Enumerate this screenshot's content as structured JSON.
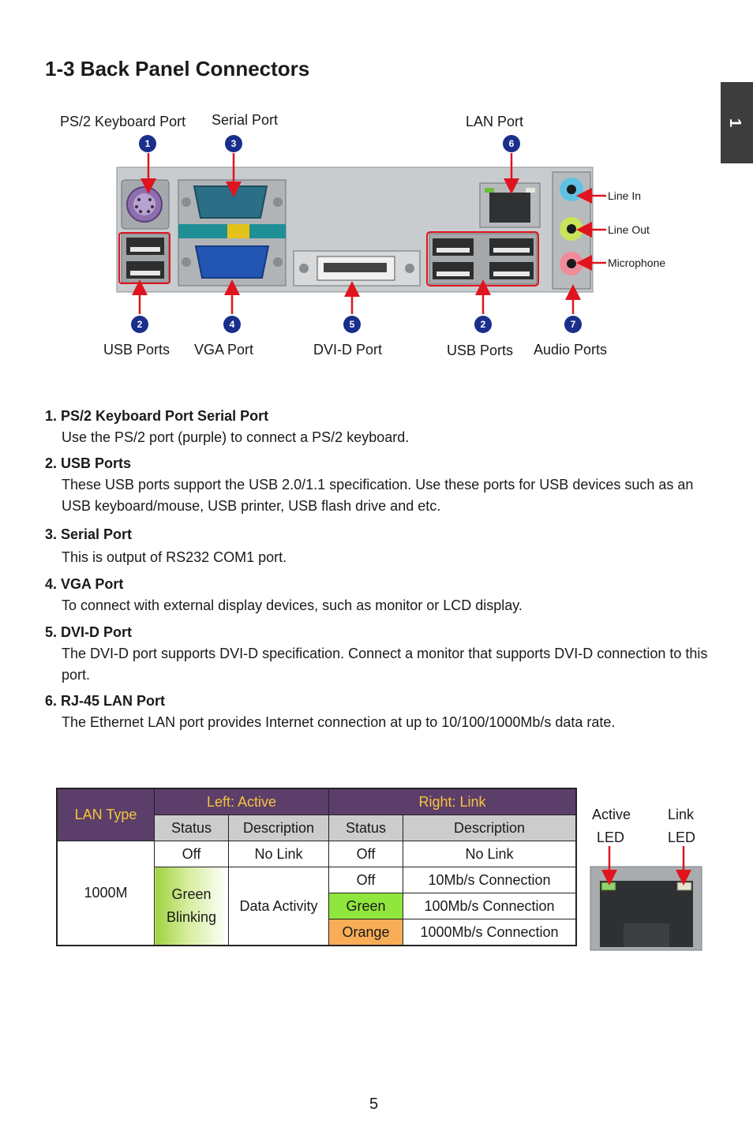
{
  "title": "1-3 Back Panel Connectors",
  "side_tab": "1",
  "diagram": {
    "top_labels": {
      "ps2": "PS/2 Keyboard Port",
      "serial": "Serial Port",
      "lan": "LAN Port"
    },
    "bottom_labels": {
      "usb1": "USB Ports",
      "vga": "VGA Port",
      "dvi": "DVI-D Port",
      "usb2": "USB Ports",
      "audio": "Audio Ports"
    },
    "audio_labels": {
      "line_in": "Line In",
      "line_out": "Line Out",
      "mic": "Microphone"
    },
    "badges": {
      "b1": "1",
      "b3": "3",
      "b6": "6",
      "b2a": "2",
      "b4": "4",
      "b5": "5",
      "b2b": "2",
      "b7": "7"
    }
  },
  "sections": [
    {
      "heading": "1. PS/2 Keyboard Port Serial Port",
      "body": "Use the PS/2 port (purple) to connect a PS/2 keyboard."
    },
    {
      "heading": "2. USB Ports",
      "body": "These USB ports support the USB 2.0/1.1 specification. Use these ports for USB devices such as an USB keyboard/mouse, USB printer, USB flash drive and etc."
    },
    {
      "heading": "3. Serial Port",
      "body": "This is output of RS232 COM1 port."
    },
    {
      "heading": "4. VGA Port",
      "body": "To connect with external display devices, such as monitor or LCD display."
    },
    {
      "heading": "5. DVI-D Port",
      "body": "The DVI-D port supports DVI-D specification. Connect a monitor that supports DVI-D connection to this port."
    },
    {
      "heading": "6. RJ-45 LAN Port",
      "body": "The Ethernet LAN port provides Internet connection at up to 10/100/1000Mb/s data rate."
    }
  ],
  "lan_table": {
    "lan_type": "LAN Type",
    "left_header": "Left: Active",
    "right_header": "Right: Link",
    "status": "Status",
    "description": "Description",
    "type_value": "1000M",
    "left_off": "Off",
    "left_no_link": "No Link",
    "right_off": "Off",
    "right_no_link": "No Link",
    "green_blinking_1": "Green",
    "green_blinking_2": "Blinking",
    "data_activity": "Data Activity",
    "r_off": "Off",
    "r_off_desc": "10Mb/s Connection",
    "r_green": "Green",
    "r_green_desc": "100Mb/s Connection",
    "r_orange": "Orange",
    "r_orange_desc": "1000Mb/s Connection"
  },
  "led_labels": {
    "active_1": "Active",
    "active_2": "LED",
    "link_1": "Link",
    "link_2": "LED"
  },
  "page_number": "5"
}
